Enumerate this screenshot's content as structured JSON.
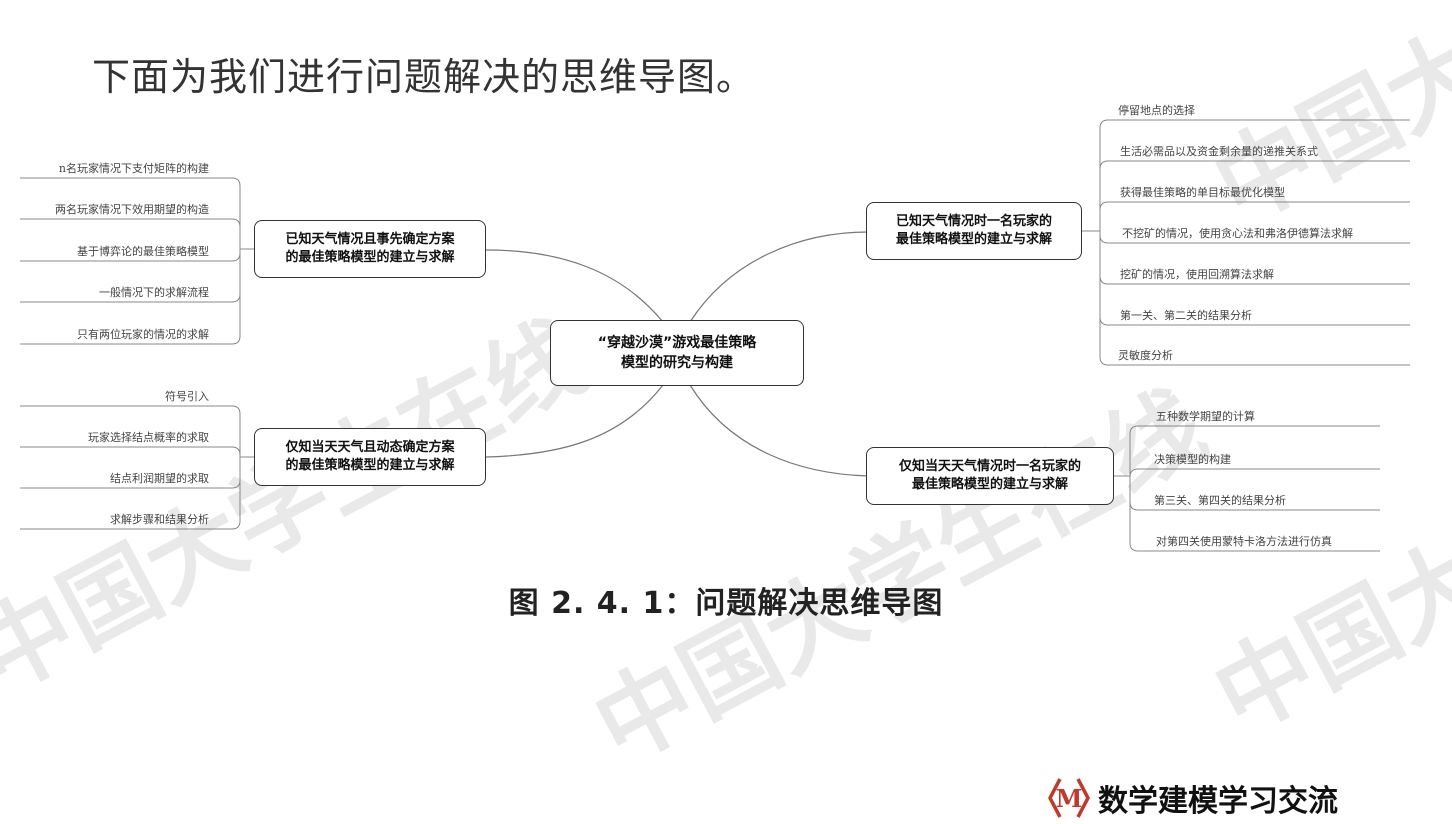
{
  "heading": "下面为我们进行问题解决的思维导图。",
  "watermark": "中国大学生在线",
  "center": {
    "line1": "“穿越沙漠”游戏最佳策略",
    "line2": "模型的研究与构建"
  },
  "branches": {
    "top_left": {
      "line1": "已知天气情况且事先确定方案",
      "line2": "的最佳策略模型的建立与求解",
      "items": [
        "n名玩家情况下支付矩阵的构建",
        "两名玩家情况下效用期望的构造",
        "基于博弈论的最佳策略模型",
        "一般情况下的求解流程",
        "只有两位玩家的情况的求解"
      ]
    },
    "bottom_left": {
      "line1": "仅知当天天气且动态确定方案",
      "line2": "的最佳策略模型的建立与求解",
      "items": [
        "符号引入",
        "玩家选择结点概率的求取",
        "结点利润期望的求取",
        "求解步骤和结果分析"
      ]
    },
    "top_right": {
      "line1": "已知天气情况时一名玩家的",
      "line2": "最佳策略模型的建立与求解",
      "items": [
        "停留地点的选择",
        "生活必需品以及资金剩余量的递推关系式",
        "获得最佳策略的单目标最优化模型",
        "不挖矿的情况，使用贪心法和弗洛伊德算法求解",
        "挖矿的情况，使用回溯算法求解",
        "第一关、第二关的结果分析",
        "灵敏度分析"
      ]
    },
    "bottom_right": {
      "line1": "仅知当天天气情况时一名玩家的",
      "line2": "最佳策略模型的建立与求解",
      "items": [
        "五种数学期望的计算",
        "决策模型的构建",
        "第三关、第四关的结果分析",
        "对第四关使用蒙特卡洛方法进行仿真"
      ]
    }
  },
  "caption": "图 2. 4. 1：问题解决思维导图",
  "brand": {
    "logo_letter": "M",
    "text": "数学建模学习交流",
    "logo_color": "#c0392b"
  }
}
